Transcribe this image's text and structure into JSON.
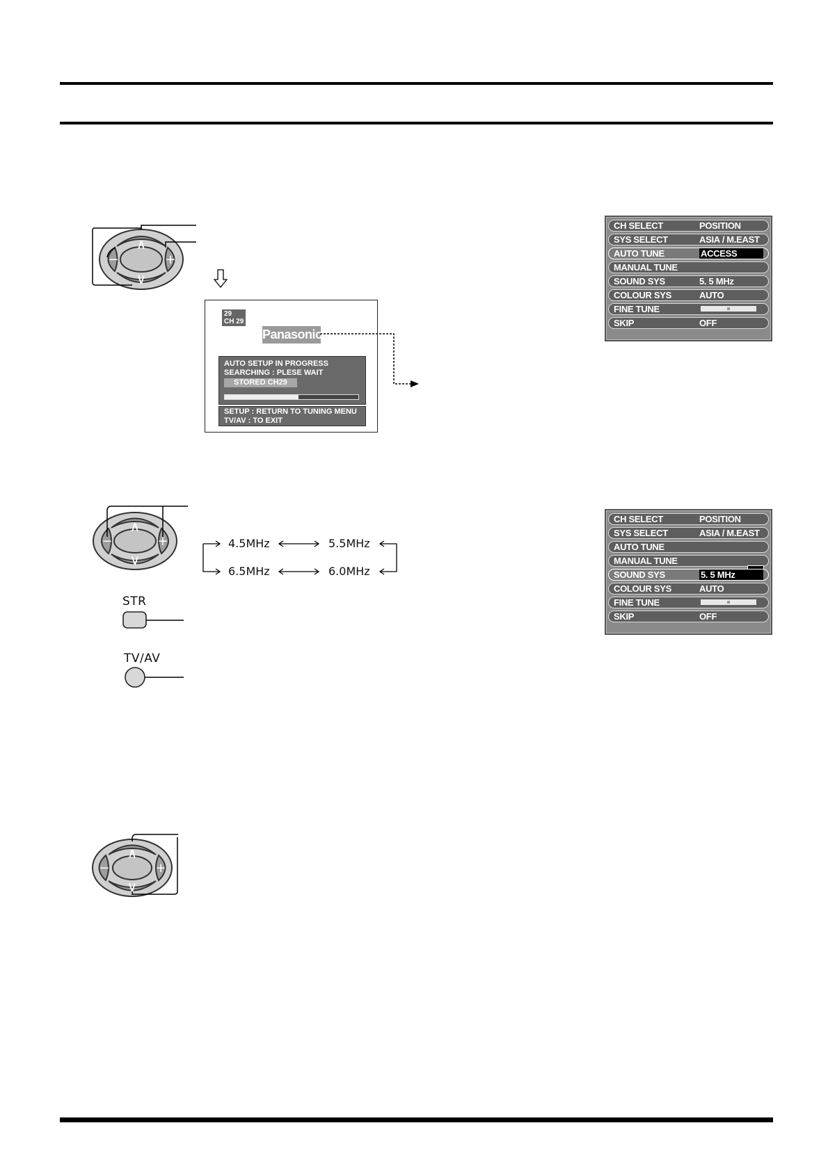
{
  "osd": {
    "channel_number": "29",
    "channel_label": "CH 29",
    "logo": "Panasonic",
    "progress_line1": "AUTO SETUP IN PROGRESS",
    "progress_line2": "SEARCHING : PLESE WAIT",
    "stored": "STORED CH29",
    "progress_fraction": 0.55,
    "help_line1": "SETUP : RETURN TO TUNING MENU",
    "help_line2": "TV/AV : TO EXIT"
  },
  "menu1": {
    "rows": [
      {
        "label": "CH SELECT",
        "value": "POSITION"
      },
      {
        "label": "SYS SELECT",
        "value": "ASIA / M.EAST"
      },
      {
        "label": "AUTO TUNE",
        "value": "ACCESS"
      },
      {
        "label": "MANUAL TUNE",
        "value": ""
      },
      {
        "label": "SOUND SYS",
        "value": "5. 5 MHz"
      },
      {
        "label": "COLOUR SYS",
        "value": "AUTO"
      },
      {
        "label": "FINE TUNE",
        "value": ""
      },
      {
        "label": "SKIP",
        "value": "OFF"
      }
    ],
    "selected": "AUTO TUNE"
  },
  "menu2": {
    "rows": [
      {
        "label": "CH SELECT",
        "value": "POSITION"
      },
      {
        "label": "SYS SELECT",
        "value": "ASIA / M.EAST"
      },
      {
        "label": "AUTO TUNE",
        "value": ""
      },
      {
        "label": "MANUAL TUNE",
        "value": ""
      },
      {
        "label": "SOUND SYS",
        "value": "5. 5 MHz"
      },
      {
        "label": "COLOUR SYS",
        "value": "AUTO"
      },
      {
        "label": "FINE TUNE",
        "value": ""
      },
      {
        "label": "SKIP",
        "value": "OFF"
      }
    ],
    "selected": "SOUND SYS"
  },
  "freq_cycle": [
    "4.5MHz",
    "5.5MHz",
    "6.5MHz",
    "6.0MHz"
  ],
  "buttons": {
    "str": "STR",
    "tvav": "TV/AV",
    "pad_minus": "−",
    "pad_plus": "+"
  }
}
